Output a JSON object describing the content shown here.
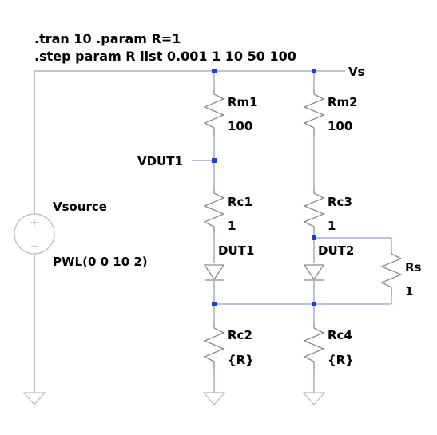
{
  "directives": {
    "line1": ".tran 10  .param R=1",
    "line2": ".step param R list 0.001 1 10 50 100"
  },
  "net_labels": {
    "vs": "Vs",
    "vdut1": "VDUT1"
  },
  "source": {
    "name": "Vsource",
    "value": "PWL(0 0 10 2)",
    "plus": "+",
    "minus": "−"
  },
  "components": {
    "rm1": {
      "name": "Rm1",
      "value": "100"
    },
    "rm2": {
      "name": "Rm2",
      "value": "100"
    },
    "rc1": {
      "name": "Rc1",
      "value": "1"
    },
    "rc3": {
      "name": "Rc3",
      "value": "1"
    },
    "rc2": {
      "name": "Rc2",
      "value": "{R}"
    },
    "rc4": {
      "name": "Rc4",
      "value": "{R}"
    },
    "rs": {
      "name": "Rs",
      "value": "1"
    },
    "dut1": {
      "name": "DUT1"
    },
    "dut2": {
      "name": "DUT2"
    }
  },
  "colors": {
    "wire": "#8fa0c8",
    "node": "#1d3fd6",
    "component": "#8a8a8a"
  }
}
